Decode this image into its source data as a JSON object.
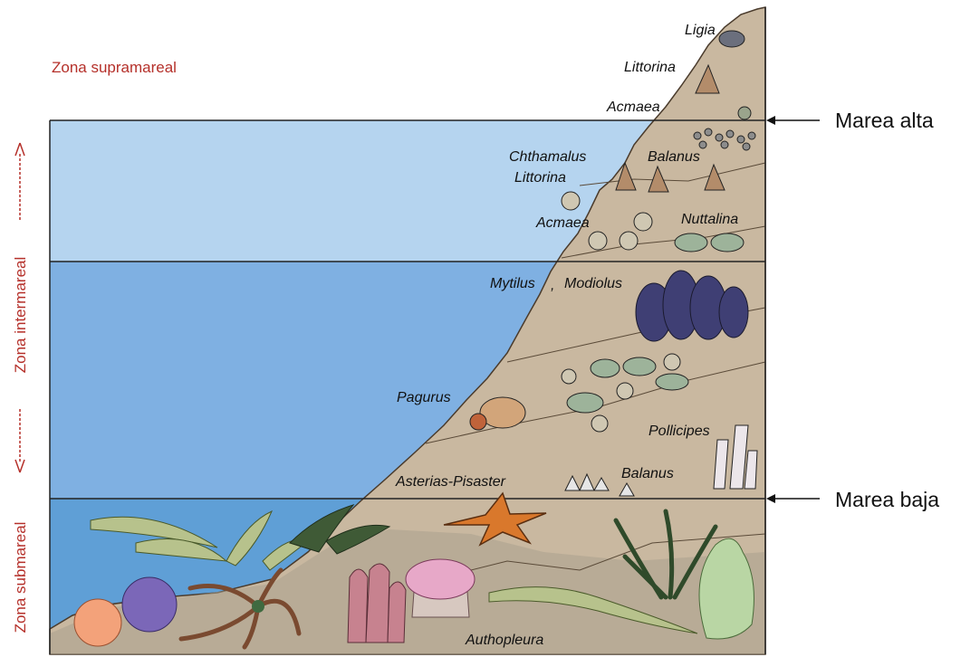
{
  "zones": {
    "supratidal": "Zona supramareal",
    "intertidal": "Zona intermareal",
    "subtidal": "Zona submareal"
  },
  "tides": {
    "high": "Marea alta",
    "low": "Marea baja"
  },
  "species": {
    "ligia": "Ligia",
    "littorina_top": "Littorina",
    "acmaea_top": "Acmaea",
    "chthamalus": "Chthamalus",
    "balanus_top": "Balanus",
    "littorina_mid": "Littorina",
    "acmaea_mid": "Acmaea",
    "nuttalina": "Nuttalina",
    "mytilus": "Mytilus",
    "modiolus": "Modiolus",
    "pagurus": "Pagurus",
    "pollicipes": "Pollicipes",
    "asterias": "Asterias-Pisaster",
    "balanus_low": "Balanus",
    "authopleura": "Authopleura"
  },
  "colors": {
    "zone_text": "#b5302a",
    "water_upper": "#b5d4ef",
    "water_middle": "#7fb0e2",
    "water_lower": "#5f9fd6",
    "rock": "#c9b8a0"
  }
}
